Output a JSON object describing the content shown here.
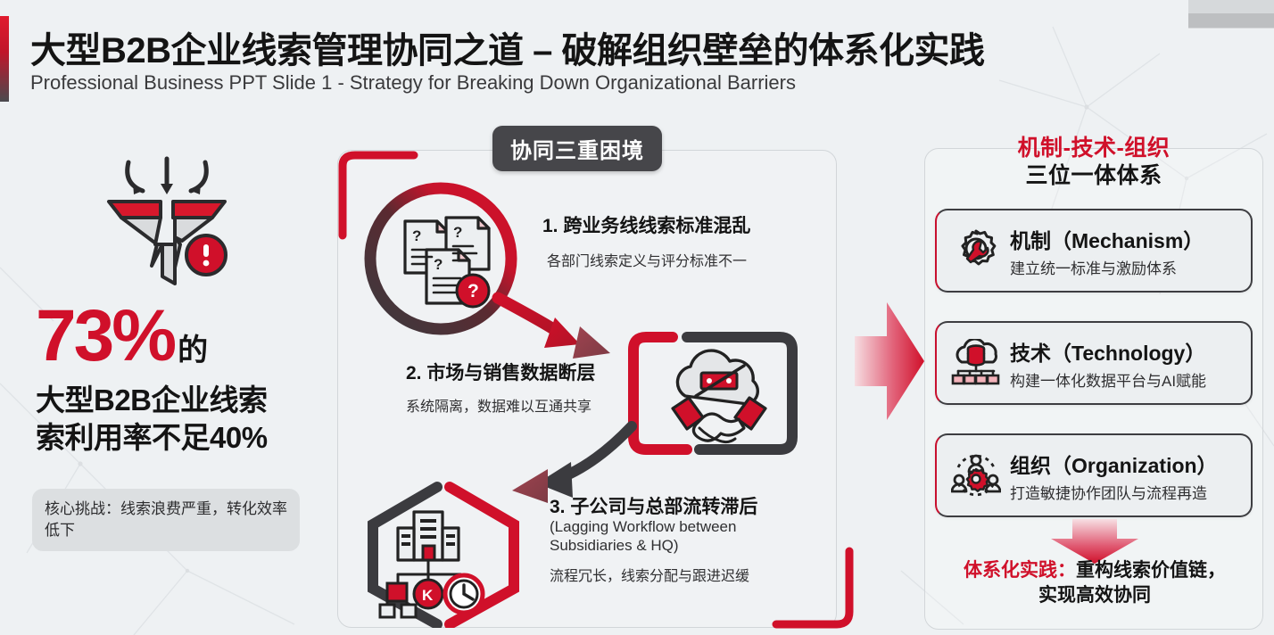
{
  "header": {
    "title": "大型B2B企业线索管理协同之道 – 破解组织壁垒的体系化实践",
    "subtitle": "Professional Business PPT Slide 1 - Strategy for Breaking Down Organizational Barriers"
  },
  "colors": {
    "accent_red": "#d0102a",
    "dark_gray": "#3d3d41",
    "badge_gray": "#46464a",
    "background": "#eef1f3"
  },
  "left": {
    "icon": "broken-funnel-icon",
    "stat_number": "73%",
    "stat_suffix": "的",
    "stat_desc_line1": "大型B2B企业线索",
    "stat_desc_line2": "索利用率不足40%",
    "note": "核心挑战：线索浪费严重，转化效率低下"
  },
  "center": {
    "badge": "协同三重困境",
    "issues": [
      {
        "number": "1.",
        "title": "1. 跨业务线线索标准混乱",
        "subtitle": "各部门线索定义与评分标准不一",
        "icon": "documents-question-icon",
        "frame": "circle"
      },
      {
        "number": "2.",
        "title": "2. 市场与销售数据断层",
        "subtitle": "系统隔离，数据难以互通共享",
        "icon": "cloud-handshake-blocked-icon",
        "frame": "square"
      },
      {
        "number": "3.",
        "title": "3. 子公司与总部流转滞后",
        "subtitle_en_line1": "(Lagging Workflow between",
        "subtitle_en_line2": "Subsidiaries & HQ)",
        "subtitle": "流程冗长，线索分配与跟进迟缓",
        "icon": "org-chart-clock-icon",
        "frame": "hexagon"
      }
    ]
  },
  "right": {
    "heading_red": "机制-技术-组织",
    "heading_dark": "三位一体体系",
    "pillars": [
      {
        "name": "机制（Mechanism）",
        "desc": "建立统一标准与激励体系",
        "icon": "gear-wrench-icon"
      },
      {
        "name": "技术（Technology）",
        "desc": "构建一体化数据平台与AI赋能",
        "icon": "cloud-database-icon"
      },
      {
        "name": "组织（Organization）",
        "desc": "打造敏捷协作团队与流程再造",
        "icon": "people-gear-icon"
      }
    ],
    "conclusion_label": "体系化实践：",
    "conclusion_line1": "重构线索价值链，",
    "conclusion_line2": "实现高效协同"
  }
}
